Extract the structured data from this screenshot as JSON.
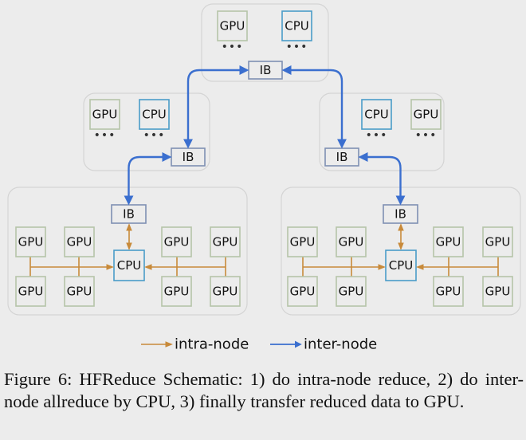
{
  "figure": {
    "labels": {
      "gpu": "GPU",
      "cpu": "CPU",
      "ib": "IB",
      "ellipsis": "•••"
    },
    "legend": {
      "intra": "intra-node",
      "inter": "inter-node"
    },
    "colors": {
      "intra_arrow": "#c88a3a",
      "inter_arrow": "#3b6fcf",
      "gpu_border": "#b6c4a8",
      "cpu_border": "#4a9cc8",
      "ib_border": "#7f8fb3"
    },
    "caption": "Figure 6: HFReduce Schematic: 1) do intra-node reduce, 2) do inter-node allreduce by CPU, 3) finally transfer reduced data to GPU."
  }
}
